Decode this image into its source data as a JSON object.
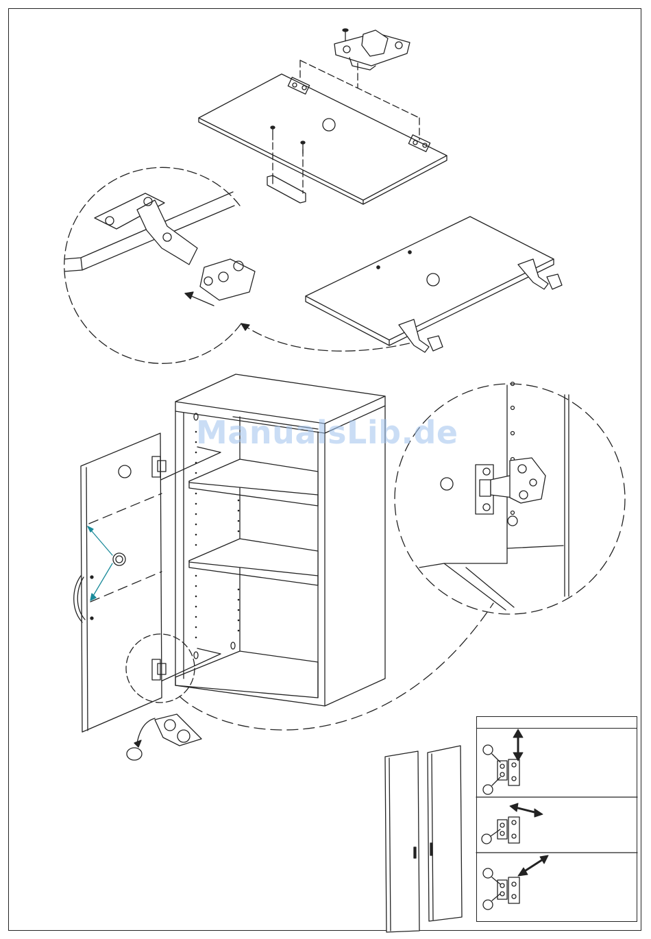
{
  "watermark": {
    "text": "ManualsLib.de",
    "color": "#9fc3ee"
  },
  "colors": {
    "line": "#222222",
    "hint_arrow": "#1a8a9a",
    "background": "#ffffff"
  },
  "figures": [
    {
      "name": "top-panel-hinge-plate-install",
      "icon": "panel-with-hinge-plates"
    },
    {
      "name": "hinge-detail-zoom",
      "icon": "hinge-slide-detail"
    },
    {
      "name": "panel-with-hinges-attached",
      "icon": "panel-hinges"
    },
    {
      "name": "cabinet-door-assembly",
      "icon": "cabinet-open-door"
    },
    {
      "name": "door-hinge-detail-zoom",
      "icon": "hinge-mounted-detail"
    },
    {
      "name": "bumper-pad",
      "icon": "bumper"
    },
    {
      "name": "double-door-illustration",
      "icon": "double-door"
    }
  ],
  "adjustments": [
    {
      "direction": "vertical",
      "icon": "up-down-arrow-icon"
    },
    {
      "direction": "horizontal",
      "icon": "left-right-arrow-icon"
    },
    {
      "direction": "depth",
      "icon": "diagonal-arrow-icon"
    }
  ]
}
